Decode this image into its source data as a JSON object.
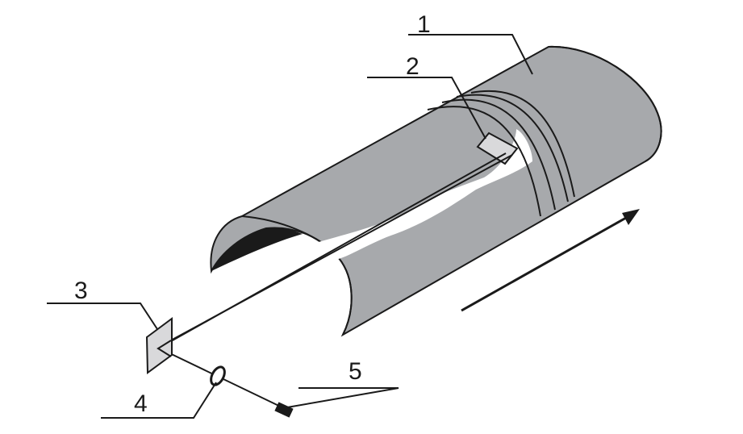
{
  "labels": {
    "l1": "1",
    "l2": "2",
    "l3": "3",
    "l4": "4",
    "l5": "5"
  },
  "colors": {
    "tube": "#a7a9ac",
    "outline": "#1a1a1a",
    "interior": "#1a1a1a",
    "highlight": "#ffffff",
    "plate": "#d9d9db"
  },
  "icons": {
    "direction": "arrow-right-up-icon",
    "lens": "lens-icon",
    "detector": "detector-icon"
  }
}
